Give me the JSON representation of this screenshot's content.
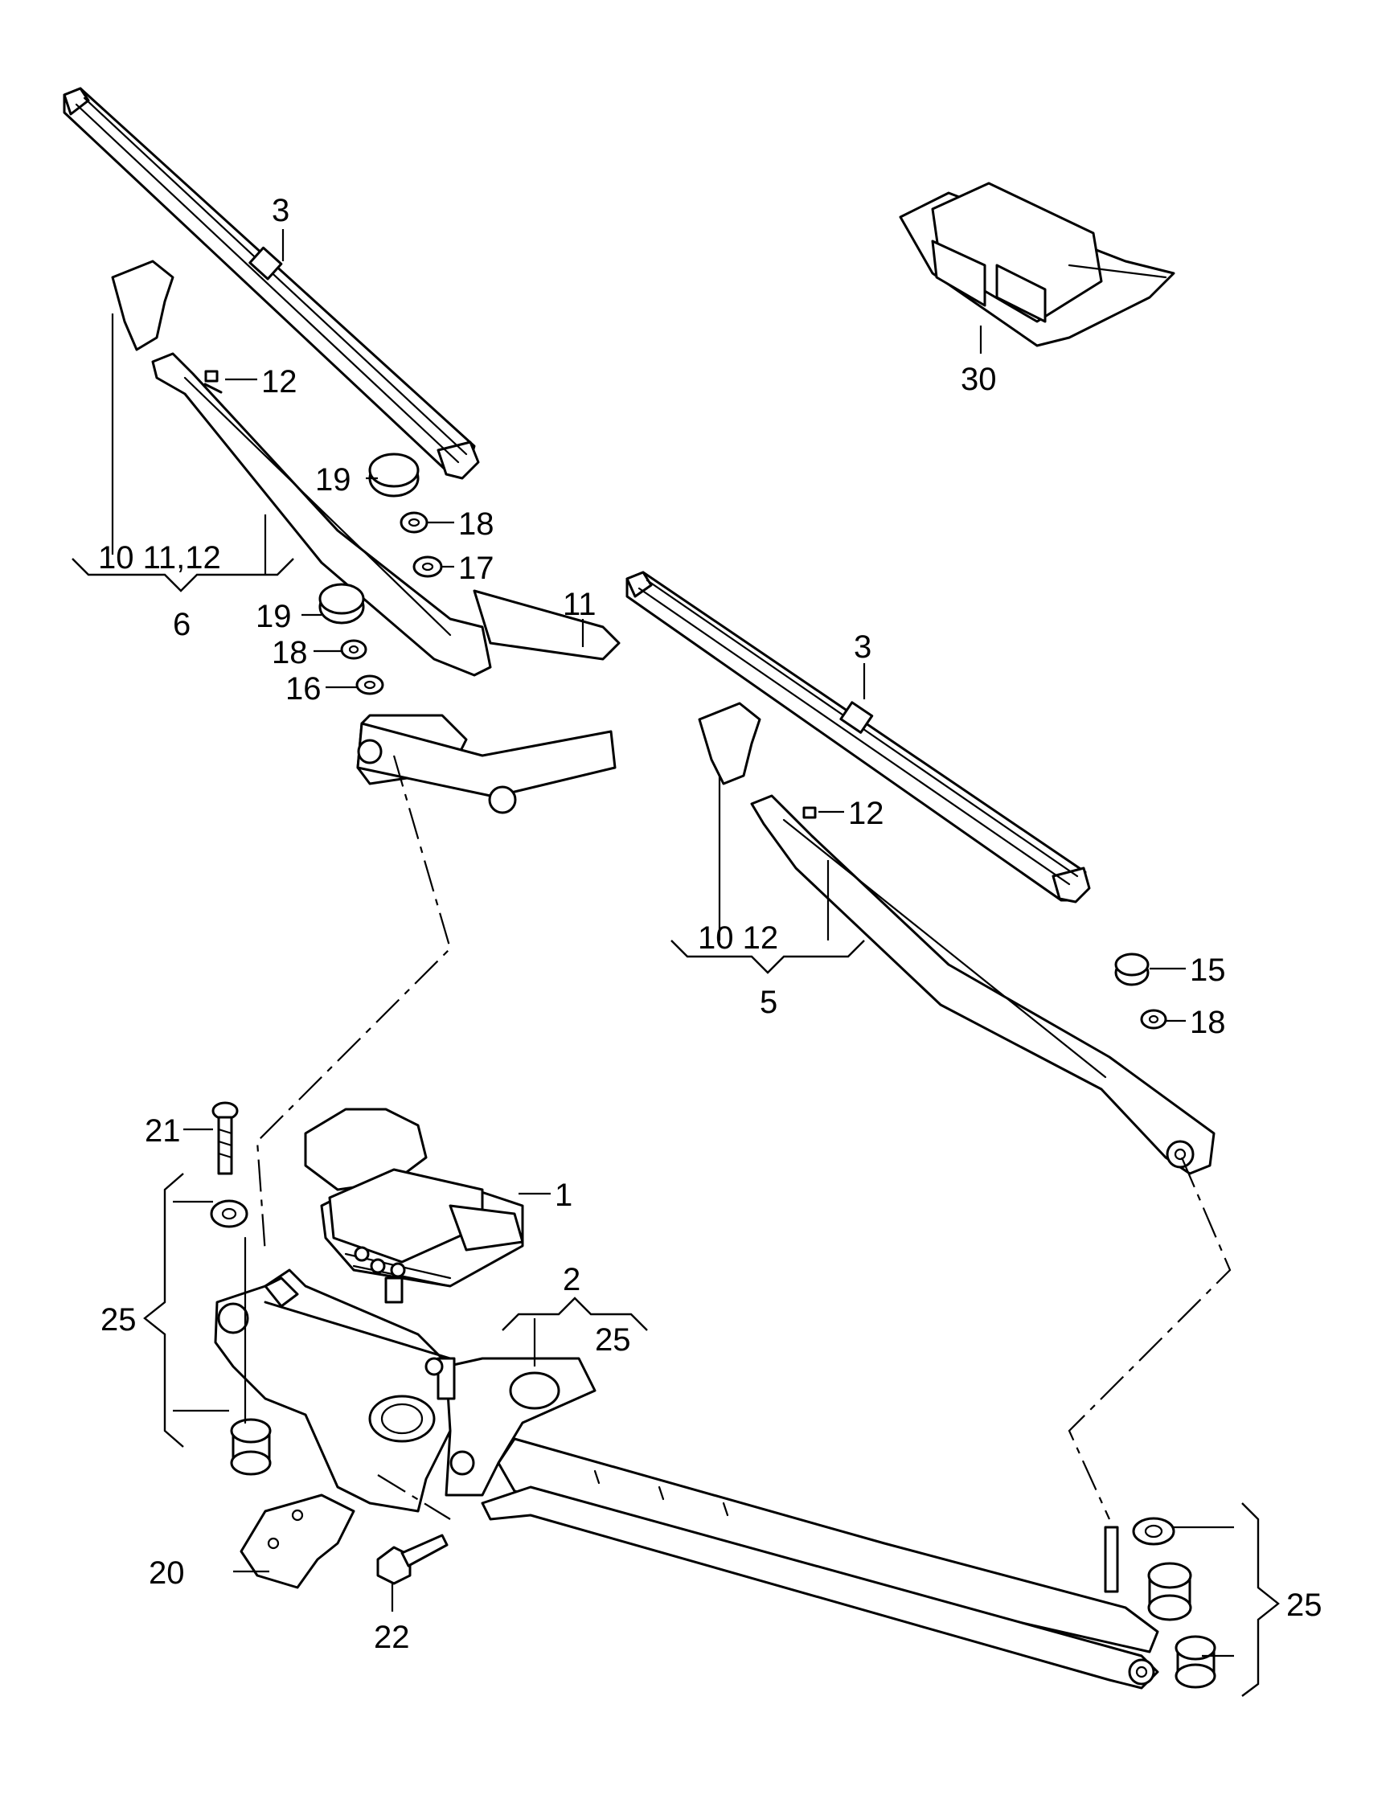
{
  "callouts": {
    "c3a": "3",
    "c3b": "3",
    "c30": "30",
    "c12a": "12",
    "c12b": "12",
    "c19a": "19",
    "c19b": "19",
    "c18a": "18",
    "c18b": "18",
    "c18c": "18",
    "c17": "17",
    "c16": "16",
    "c11": "11",
    "c10_11_12": "10 11,12",
    "c6": "6",
    "c10_12": "10 12",
    "c5": "5",
    "c15": "15",
    "c21": "21",
    "c1": "1",
    "c2": "2",
    "c25a": "25",
    "c25b": "25",
    "c25c": "25",
    "c20": "20",
    "c22": "22"
  }
}
